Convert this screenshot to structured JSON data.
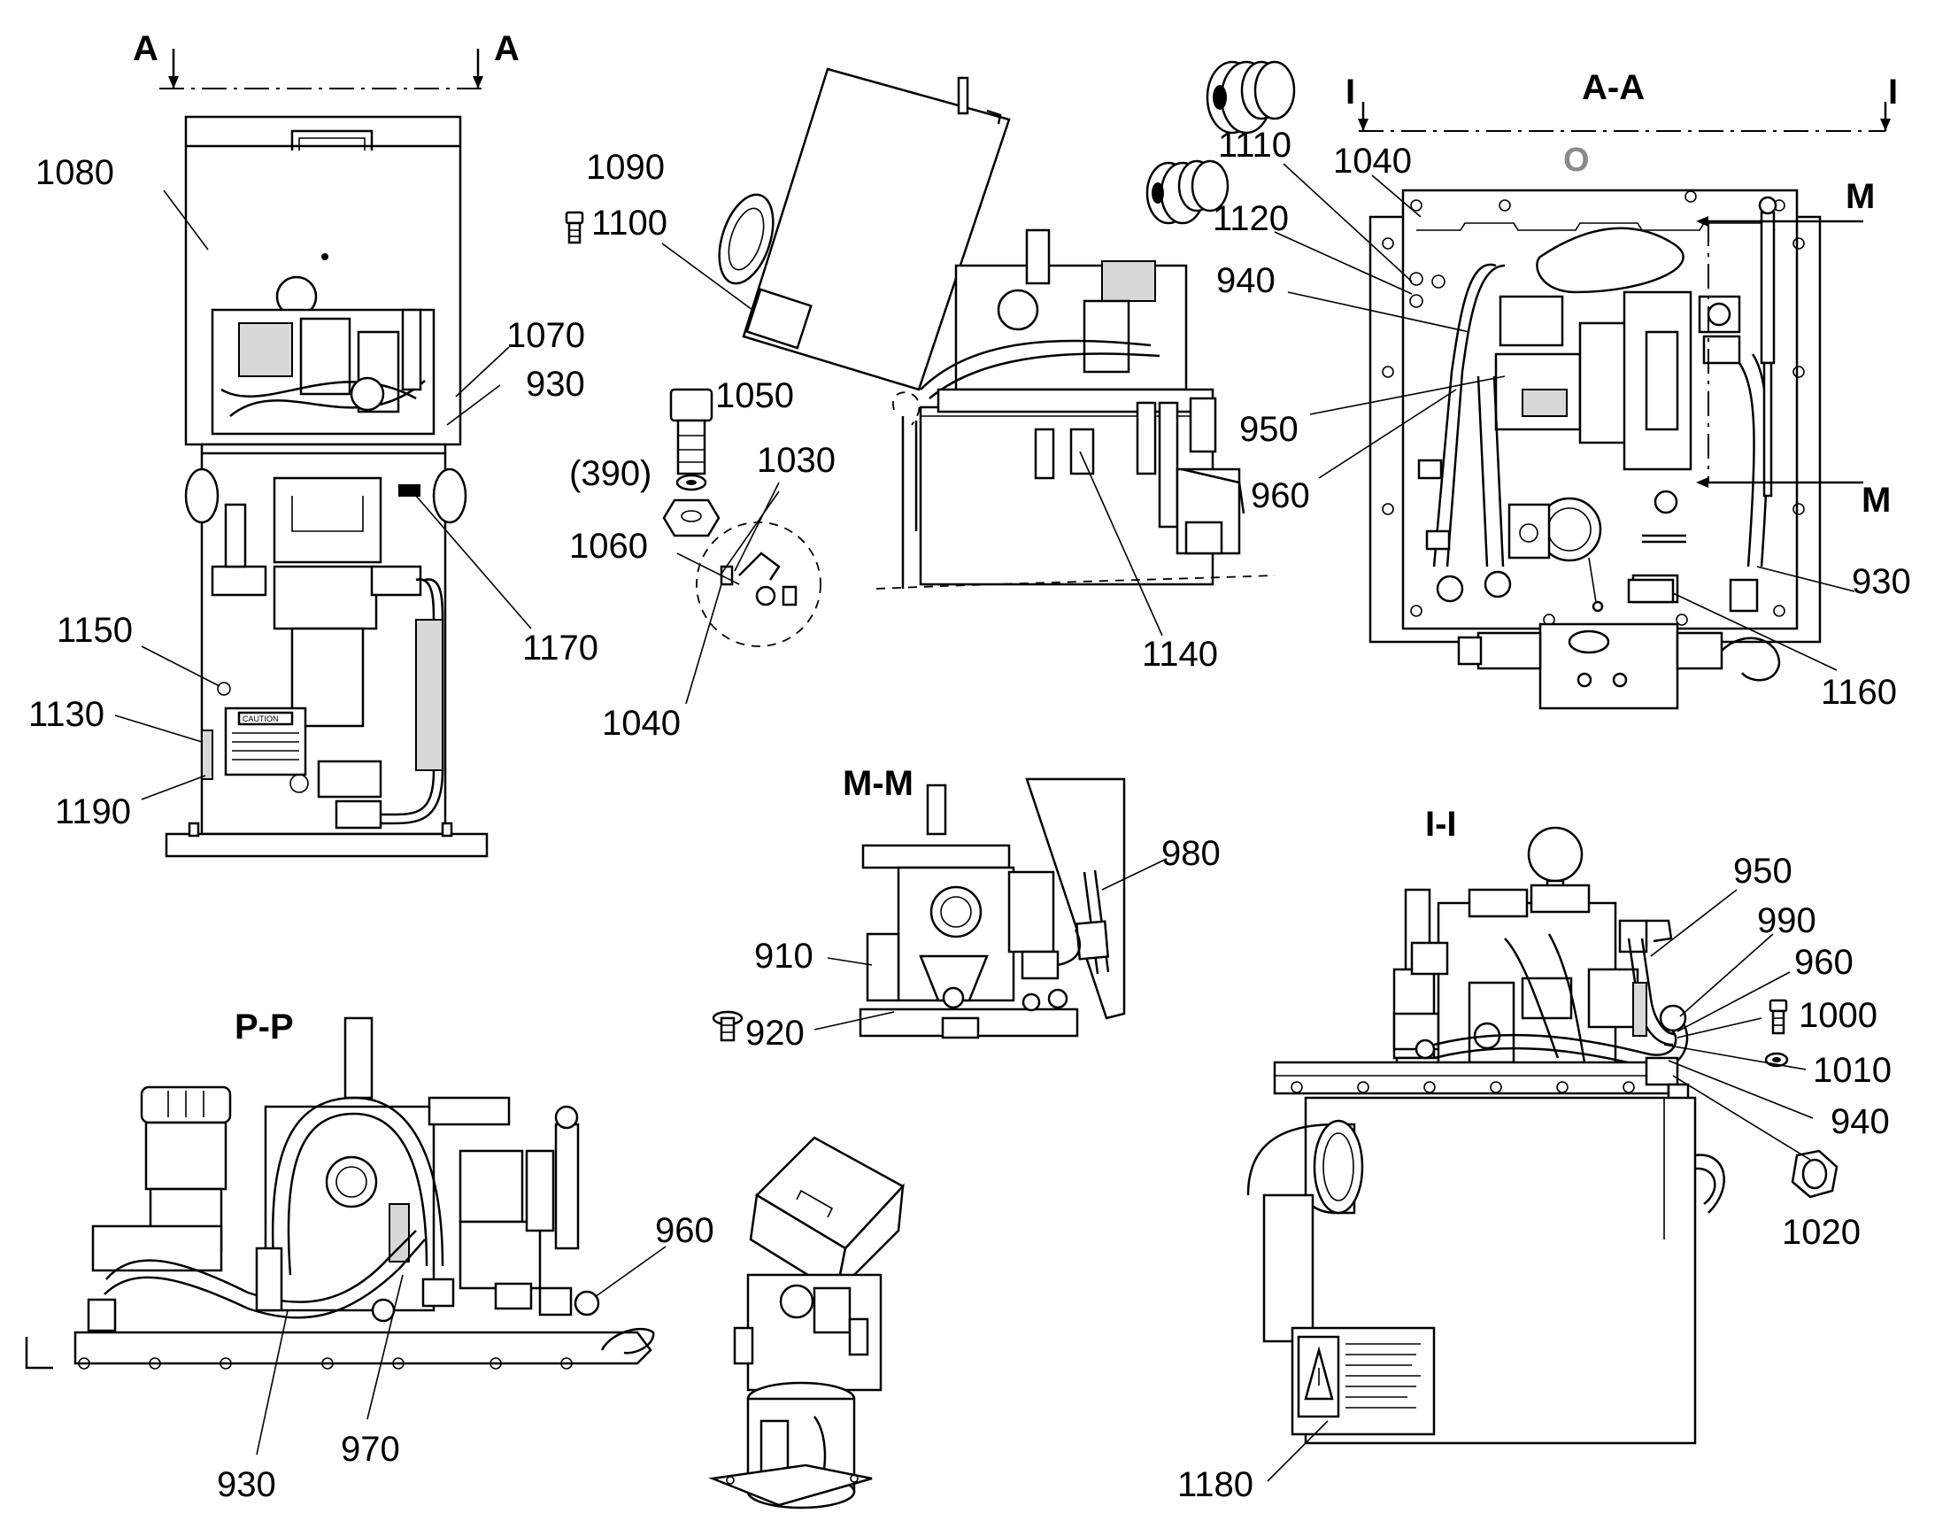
{
  "section_labels": {
    "A_left": "A",
    "A_right": "A",
    "AA": "A-A",
    "I_left": "I",
    "I_right": "I",
    "M_top": "M",
    "M_bottom": "M",
    "MM": "M-M",
    "II": "I-I",
    "PP": "P-P",
    "O": "O"
  },
  "callouts": {
    "c1080": "1080",
    "c1070": "1070",
    "c930a": "930",
    "c1170": "1170",
    "c1150": "1150",
    "c1130": "1130",
    "c1190": "1190",
    "c1090": "1090",
    "c1100": "1100",
    "c1050": "1050",
    "c390": "(390)",
    "c1030": "1030",
    "c1060": "1060",
    "c1040a": "1040",
    "c1140": "1140",
    "c1110": "1110",
    "c1040b": "1040",
    "c1120": "1120",
    "c940a": "940",
    "c950a": "950",
    "c960a": "960",
    "c930b": "930",
    "c1160": "1160",
    "c980": "980",
    "c910": "910",
    "c920": "920",
    "c960b": "960",
    "c930c": "930",
    "c970": "970",
    "c950b": "950",
    "c990": "990",
    "c960c": "960",
    "c1000": "1000",
    "c1010": "1010",
    "c940b": "940",
    "c1020": "1020",
    "c1180": "1180"
  },
  "plate_text": {
    "caution": "CAUTION"
  }
}
